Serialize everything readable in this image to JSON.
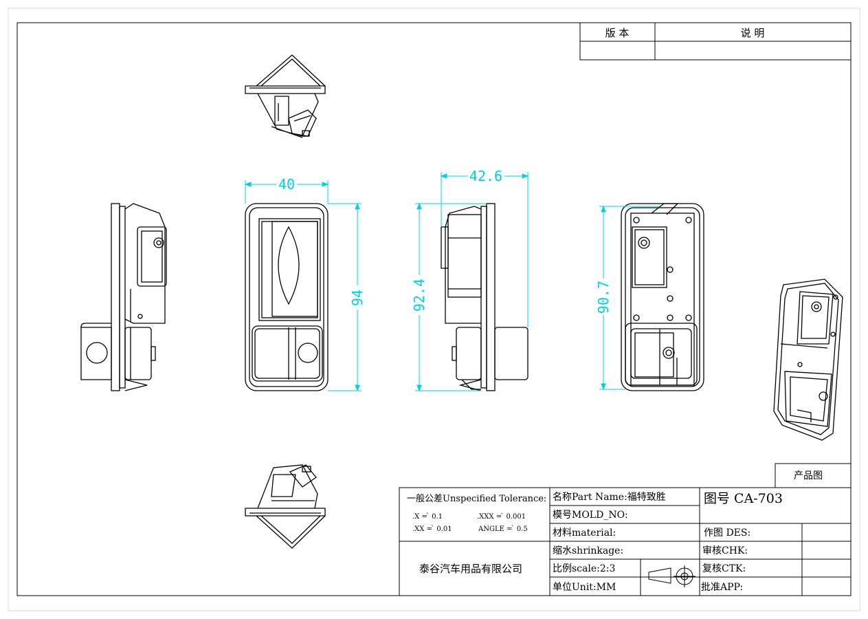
{
  "revision_block": {
    "version_header": "版 本",
    "description_header": "说  明"
  },
  "dimensions": {
    "front_width": "40",
    "front_height": "94",
    "side_width": "42.6",
    "side_height": "92.4",
    "back_height": "90.7"
  },
  "product_label": "产品图",
  "tolerance": {
    "heading": "一般公差Unspecified Tolerance:",
    "x1": ".X  =  ̀ 0.1",
    "x3": ".XXX =  ̀ 0.001",
    "x2": ".XX = ̀ 0.01",
    "angle": "ANGLE =   ̀ 0.5"
  },
  "company": "泰谷汽车用品有限公司",
  "fields": {
    "part_name": "名称Part Name:福特致胜",
    "mold_no": "模号MOLD_NO:",
    "material": "材料material:",
    "shrinkage": "缩水shrinkage:",
    "scale": "比例scale:2:3",
    "unit": "单位Unit:MM"
  },
  "drawing_no": "图号 CA-703",
  "signoff": {
    "des": "作图 DES:",
    "chk": "审核CHK:",
    "ctk": "复核CTK:",
    "app": "批准APP:"
  },
  "colors": {
    "line": "#000000",
    "dimension": "#00d0e0",
    "page": "#ffffff"
  }
}
